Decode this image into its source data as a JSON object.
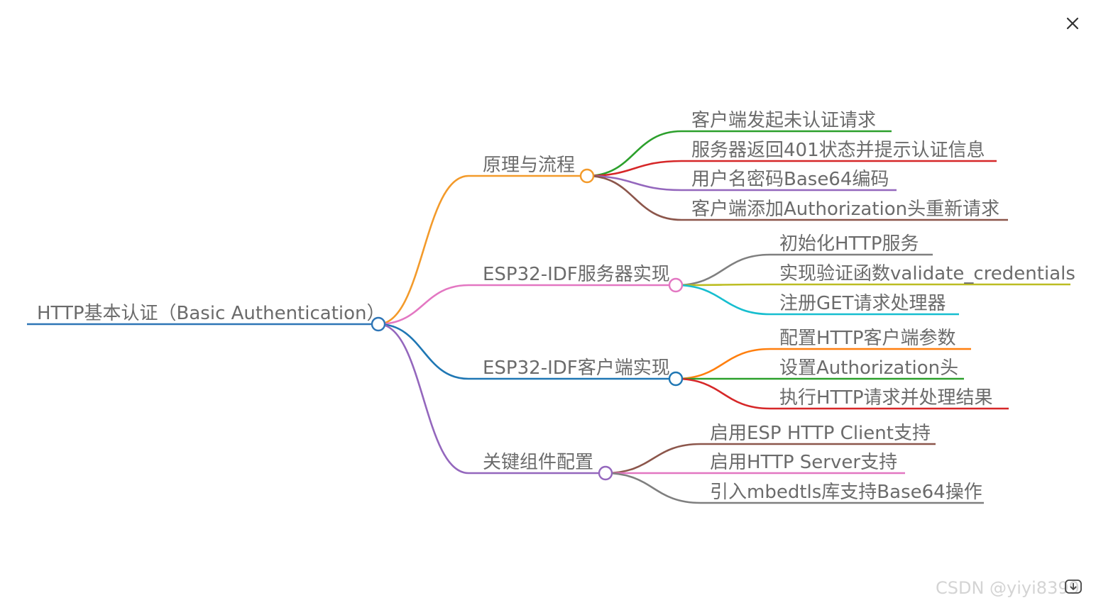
{
  "root": {
    "label": "HTTP基本认证（Basic Authentication）",
    "color": "#2e75b6"
  },
  "branches": [
    {
      "label": "原理与流程",
      "color": "#f39a2a",
      "children": [
        {
          "label": "客户端发起未认证请求",
          "color": "#2ca02c"
        },
        {
          "label": "服务器返回401状态并提示认证信息",
          "color": "#d62728"
        },
        {
          "label": "用户名密码Base64编码",
          "color": "#9467bd"
        },
        {
          "label": "客户端添加Authorization头重新请求",
          "color": "#8c564b"
        }
      ]
    },
    {
      "label": "ESP32-IDF服务器实现",
      "color": "#e377c2",
      "children": [
        {
          "label": "初始化HTTP服务",
          "color": "#7f7f7f"
        },
        {
          "label": "实现验证函数validate_credentials",
          "color": "#bcbd22"
        },
        {
          "label": "注册GET请求处理器",
          "color": "#17becf"
        }
      ]
    },
    {
      "label": "ESP32-IDF客户端实现",
      "color": "#1f77b4",
      "children": [
        {
          "label": "配置HTTP客户端参数",
          "color": "#ff7f0e"
        },
        {
          "label": "设置Authorization头",
          "color": "#2ca02c"
        },
        {
          "label": "执行HTTP请求并处理结果",
          "color": "#d62728"
        }
      ]
    },
    {
      "label": "关键组件配置",
      "color": "#9467bd",
      "children": [
        {
          "label": "启用ESP HTTP Client支持",
          "color": "#8c564b"
        },
        {
          "label": "启用HTTP Server支持",
          "color": "#e377c2"
        },
        {
          "label": "引入mbedtls库支持Base64操作",
          "color": "#7f7f7f"
        }
      ]
    }
  ],
  "watermark": "CSDN @yiyi8399",
  "icons": {
    "close": "close-icon",
    "download": "download-icon"
  },
  "text_color": "#6b6b6b"
}
